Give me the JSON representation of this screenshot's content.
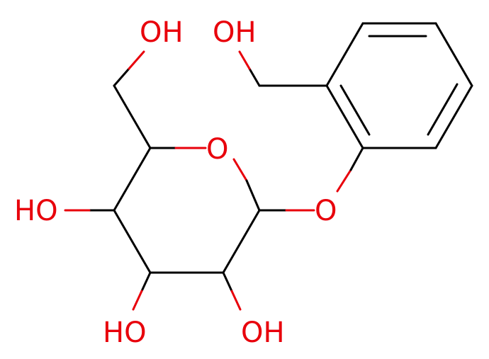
{
  "molecule": {
    "labels": {
      "oh_ch2_top_left": "OH",
      "oh_ch2_benzyl": "OH",
      "ring_oxygen": "O",
      "glycosidic_oxygen": "O",
      "oh_c4": "HO",
      "oh_c3": "HO",
      "oh_c2": "OH"
    },
    "colors": {
      "bond": "#000000",
      "heteroatom": "#e8000b"
    }
  }
}
